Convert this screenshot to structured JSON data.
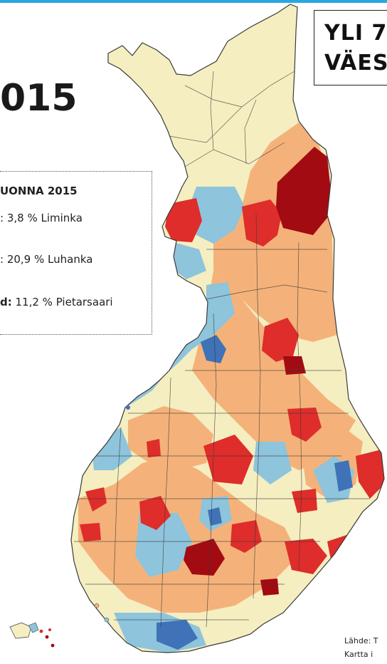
{
  "colors": {
    "accent_bar": "#2aa7e0",
    "cream": "#f5eec0",
    "orange": "#f4b27a",
    "lightblue": "#8ec4dc",
    "red": "#de2d2a",
    "darkred": "#a30b12",
    "blue": "#3f72b6",
    "border": "#3a3a3a"
  },
  "headline": {
    "line1": "YLI 7",
    "line2": "VÄES"
  },
  "title_year": "015",
  "infobox": {
    "header": "UONNA 2015",
    "row1_label": ":",
    "row1_value": " 3,8 % Liminka",
    "row2_label": ":",
    "row2_value": " 20,9 % Luhanka",
    "row3_label": "d:",
    "row3_value": " 11,2 % Pietarsaari"
  },
  "source": {
    "line1": "Lähde: T",
    "line2": "Kartta i"
  },
  "map": {
    "country": "finland-map",
    "legend_classes": [
      "cream",
      "orange",
      "lightblue",
      "red",
      "darkred",
      "blue"
    ]
  }
}
